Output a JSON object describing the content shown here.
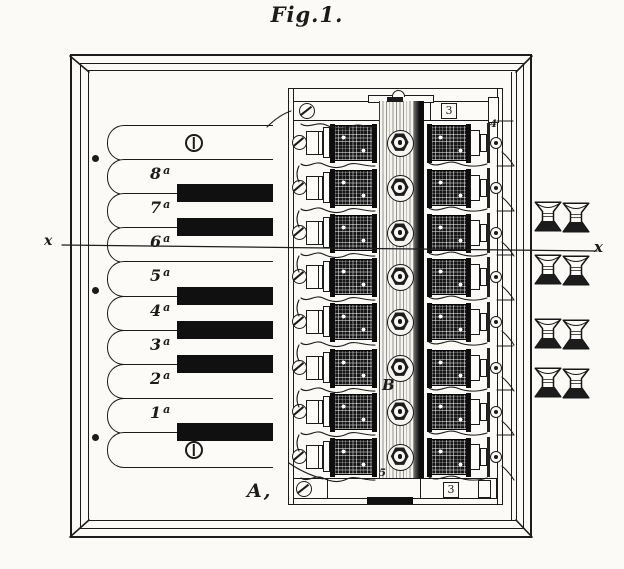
{
  "figure_title": "Fig.1.",
  "section_markers": {
    "left": "x",
    "right": "x"
  },
  "part_labels": {
    "base_panel": "A,",
    "magnet_bar": "B",
    "top_bracket": "3",
    "bottom_bracket": "3",
    "armature_numeral": "4",
    "bar_bottom_numeral": "5"
  },
  "keyboard": {
    "keys": [
      {
        "num": "8",
        "sup": "a"
      },
      {
        "num": "7",
        "sup": "a"
      },
      {
        "num": "6",
        "sup": "a"
      },
      {
        "num": "5",
        "sup": "a"
      },
      {
        "num": "4",
        "sup": "a"
      },
      {
        "num": "3",
        "sup": "a"
      },
      {
        "num": "2",
        "sup": "a"
      },
      {
        "num": "1",
        "sup": "a"
      }
    ]
  },
  "colors": {
    "ink": "#1b1b1b",
    "paper": "#fbfaf6",
    "coil_fill": "#161616",
    "key_black": "#101010"
  }
}
